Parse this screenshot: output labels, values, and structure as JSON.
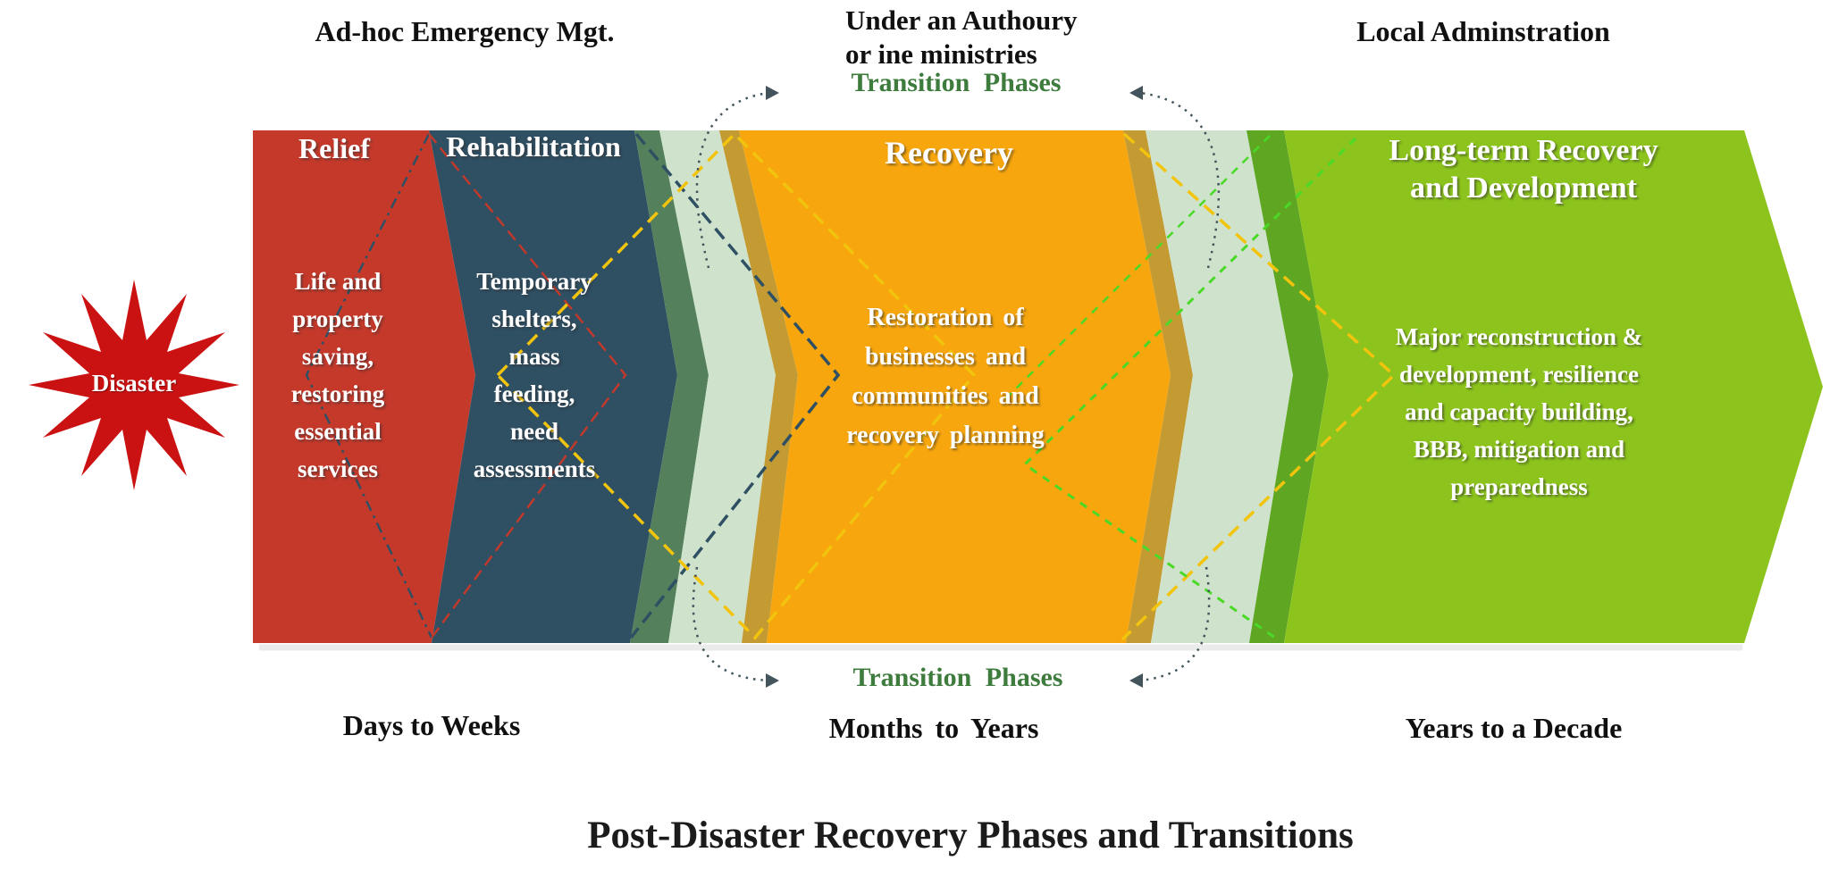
{
  "title": "Post-Disaster Recovery Phases and Transitions",
  "top_labels": {
    "adhoc": "Ad-hoc Emergency Mgt.",
    "authority_line1": "Under an Authoury",
    "authority_line2": "or ine ministries",
    "local": "Local Adminstration"
  },
  "transition": {
    "top_label": "Transition Phases",
    "bottom_label": "Transition Phases"
  },
  "disaster": {
    "label": "Disaster"
  },
  "phases": [
    {
      "title": "Relief",
      "lines": [
        "Life and",
        "property",
        "saving,",
        "restoring",
        "essential",
        "services"
      ]
    },
    {
      "title": "Rehabilitation",
      "lines": [
        "Temporary",
        "shelters,",
        "mass",
        "feeding,",
        "need",
        "assessments"
      ]
    },
    {
      "title": "Recovery",
      "lines": [
        "Restoration of",
        "businesses and",
        "communities and",
        "recovery planning"
      ]
    },
    {
      "title_line1": "Long-term Recovery",
      "title_line2": "and Development",
      "lines": [
        "Major reconstruction &",
        "development, resilience",
        "and capacity building,",
        "BBB, mitigation and",
        "preparedness"
      ]
    }
  ],
  "timeline": [
    "Days to Weeks",
    "Months to Years",
    "Years to a Decade"
  ],
  "colors": {
    "relief": "#C5392B",
    "rehabilitation": "#2F4F63",
    "recovery": "#F7A60D",
    "longterm": "#8CC41D",
    "transition_fill": "#CFE2CC",
    "overlap_navy": "#55805C",
    "overlap_orange": "#C49B33",
    "overlap_green": "#5FA723",
    "dash_navy": "#2F4F63",
    "dash_red": "#C0392B",
    "dash_yellow": "#F2C40D",
    "dash_green": "#49D926",
    "arrow_gray": "#43545C",
    "label_green": "#3E7C3E",
    "star_red": "#CB1212",
    "band_shadow": "#D8D8D8"
  }
}
